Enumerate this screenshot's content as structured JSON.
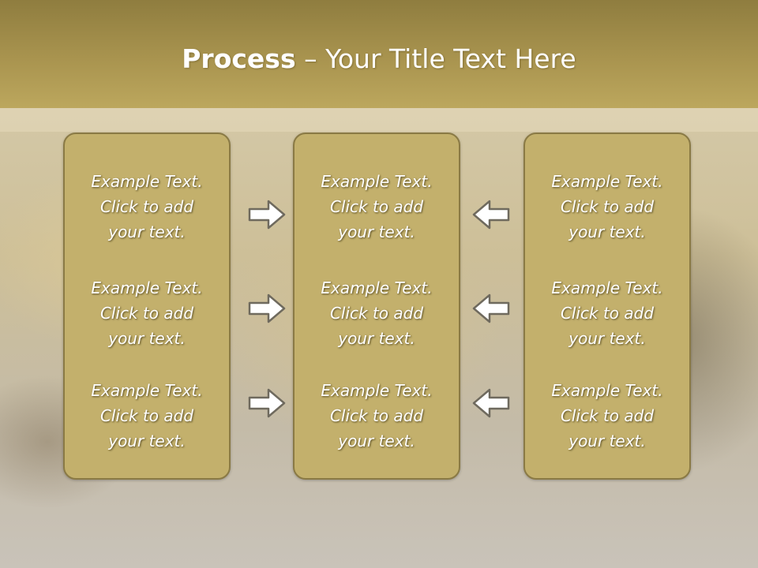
{
  "slide": {
    "title_bold": "Process",
    "title_dash": "–",
    "title_rest": "Your Title Text Here"
  },
  "columns": [
    {
      "items": [
        {
          "line1": "Example Text.",
          "line2": "Click  to add",
          "line3": "your text."
        },
        {
          "line1": "Example Text.",
          "line2": "Click  to add",
          "line3": "your text."
        },
        {
          "line1": "Example Text.",
          "line2": "Click  to add",
          "line3": "your text."
        }
      ]
    },
    {
      "items": [
        {
          "line1": "Example Text.",
          "line2": "Click  to add",
          "line3": "your text."
        },
        {
          "line1": "Example Text.",
          "line2": "Click  to add",
          "line3": "your text."
        },
        {
          "line1": "Example Text.",
          "line2": "Click  to add",
          "line3": "your text."
        }
      ]
    },
    {
      "items": [
        {
          "line1": "Example Text.",
          "line2": "Click  to add",
          "line3": "your text."
        },
        {
          "line1": "Example Text.",
          "line2": "Click  to add",
          "line3": "your text."
        },
        {
          "line1": "Example Text.",
          "line2": "Click  to add",
          "line3": "your text."
        }
      ]
    }
  ],
  "arrows": {
    "left_group": "right-arrow-icon",
    "right_group": "left-arrow-icon"
  },
  "colors": {
    "header": "#a9944f",
    "panel": "#c3b06c",
    "panel_border": "#8a7a45",
    "text": "#ffffff"
  }
}
